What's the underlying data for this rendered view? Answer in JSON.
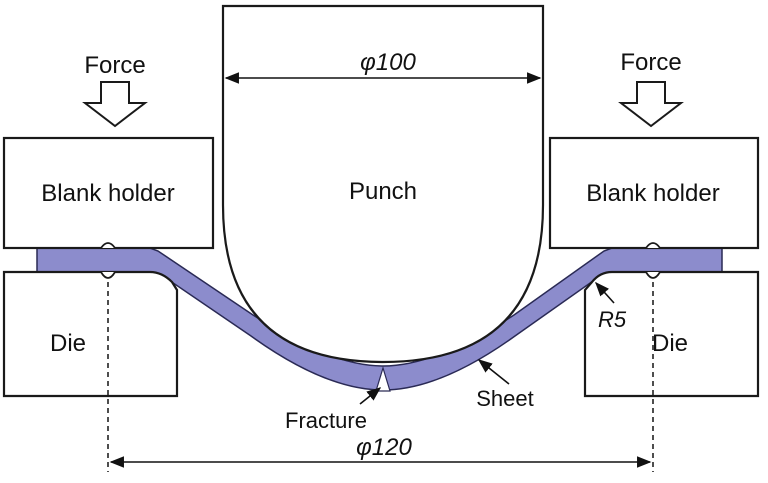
{
  "labels": {
    "force_left": "Force",
    "force_right": "Force",
    "punch_diameter": "φ100",
    "punch": "Punch",
    "blank_holder_left": "Blank holder",
    "blank_holder_right": "Blank holder",
    "die_left": "Die",
    "die_right": "Die",
    "radius": "R5",
    "sheet": "Sheet",
    "fracture": "Fracture",
    "die_diameter": "φ120"
  },
  "colors": {
    "sheet": "#8c8ccc",
    "outline": "#1a1a1a",
    "background": "#ffffff"
  },
  "icons": {
    "force_arrow": "hollow-down-arrow-icon",
    "leader_arrow": "leader-arrow-icon"
  }
}
